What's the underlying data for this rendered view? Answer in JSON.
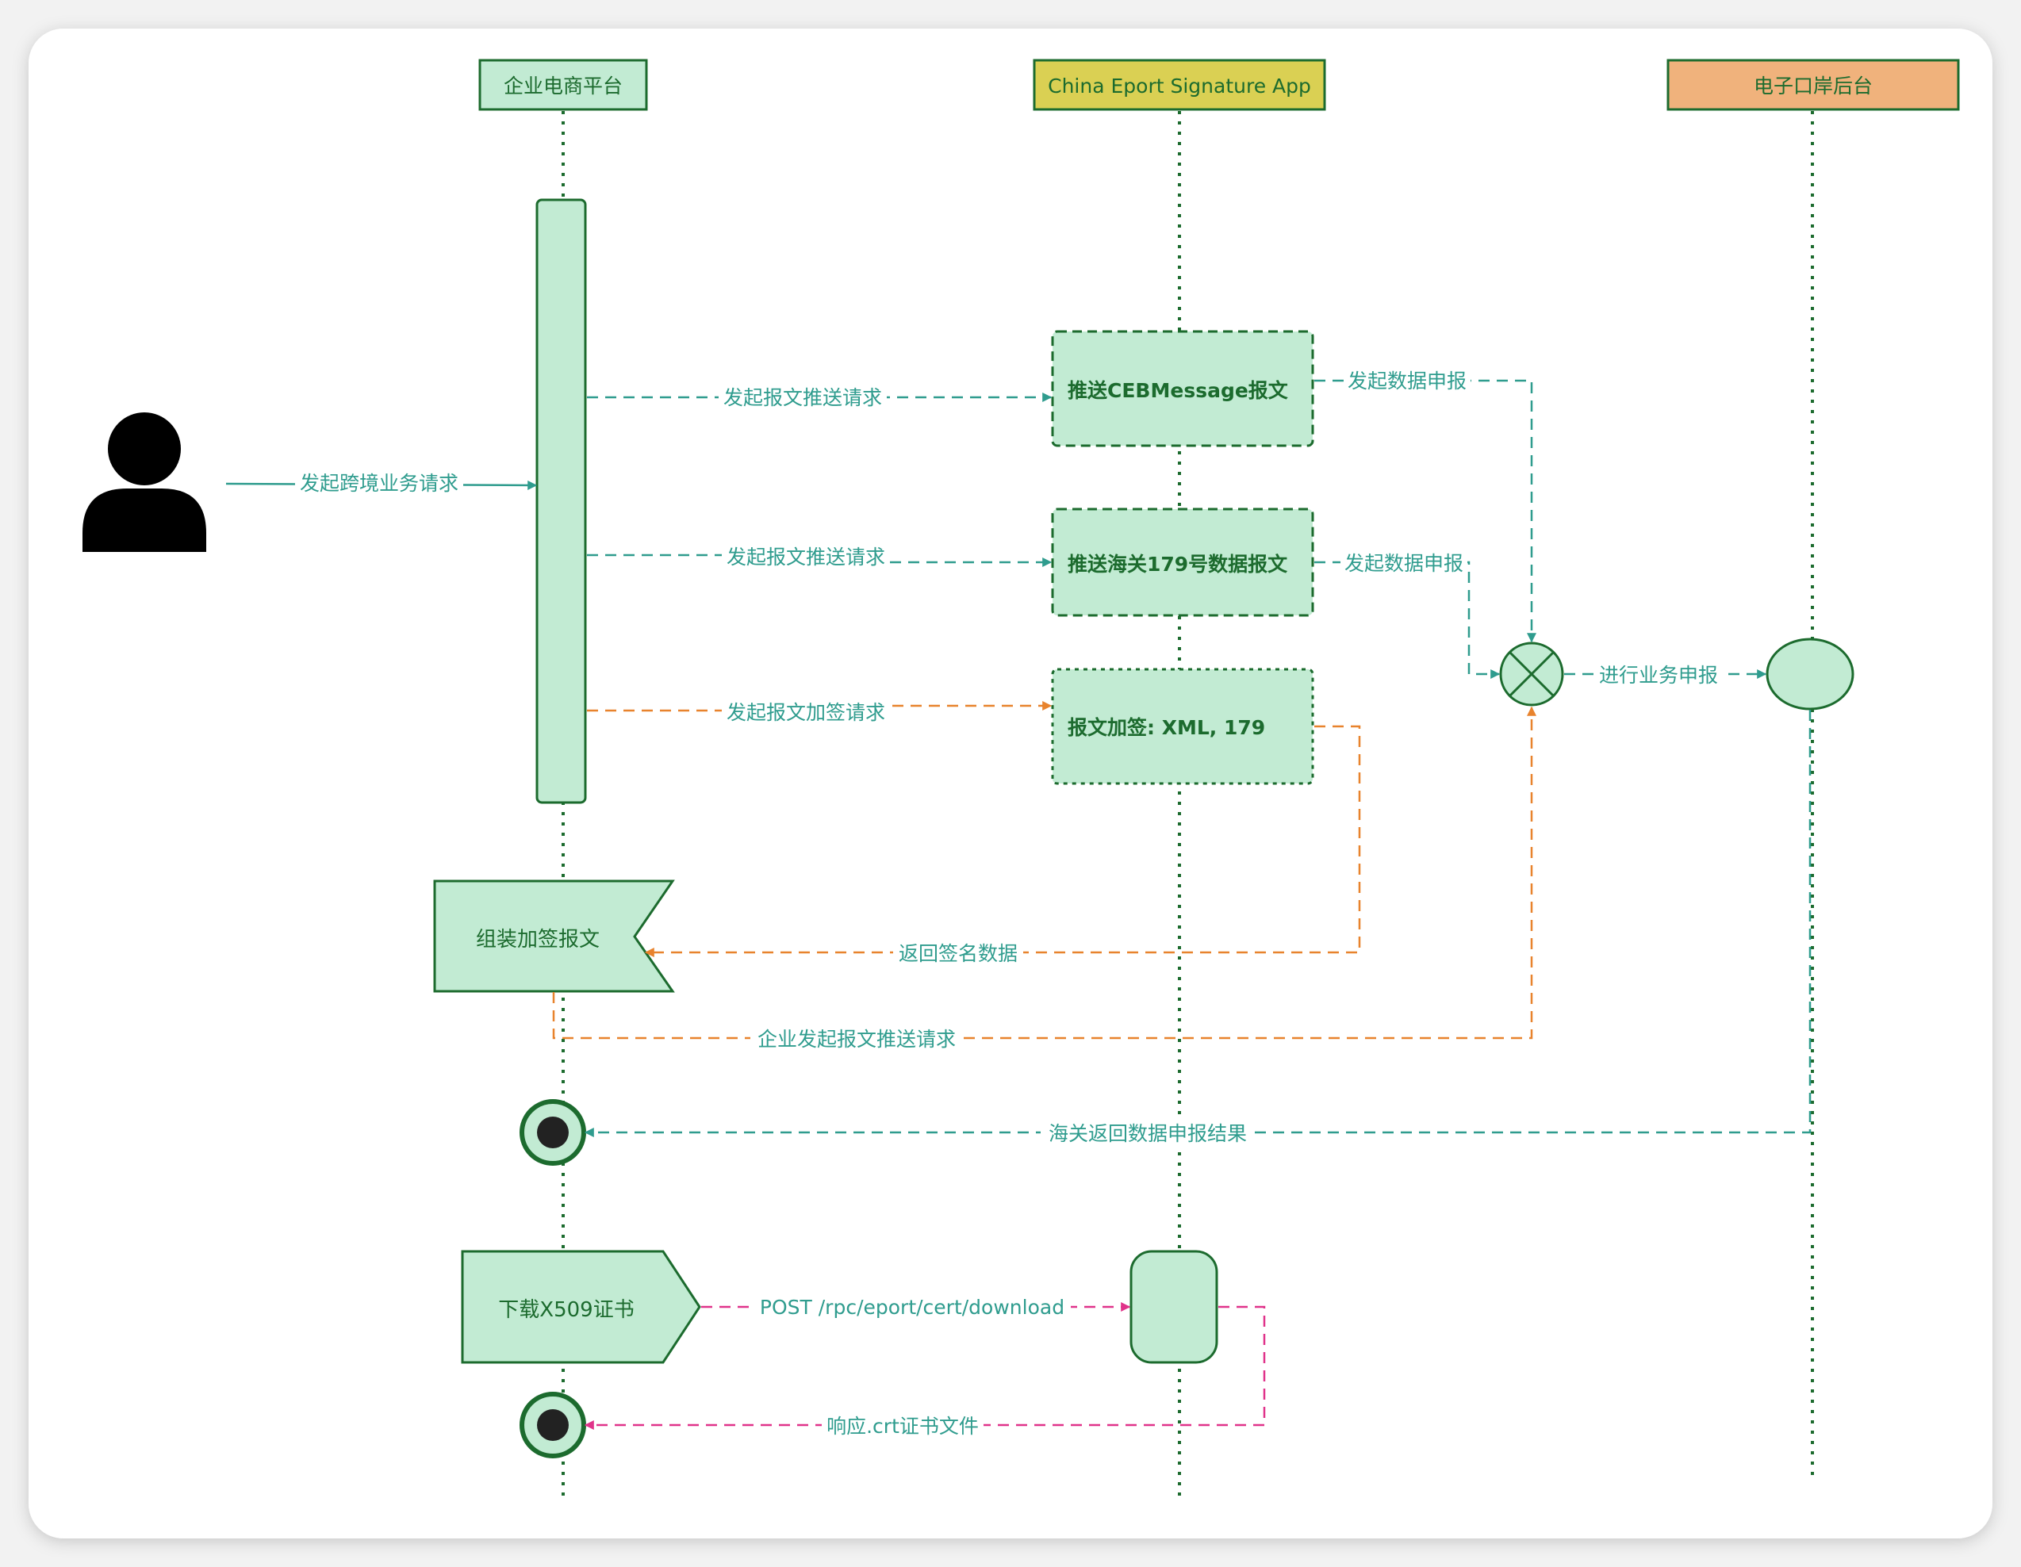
{
  "participants": {
    "platform": "企业电商平台",
    "app": "China Eport Signature App",
    "eport": "电子口岸后台"
  },
  "messages": {
    "user_request": "发起跨境业务请求",
    "push_req_1": "发起报文推送请求",
    "push_req_2": "发起报文推送请求",
    "sign_req": "发起报文加签请求",
    "declare_1": "发起数据申报",
    "declare_2": "发起数据申报",
    "do_declare": "进行业务申报",
    "return_sig": "返回签名数据",
    "enterprise_push": "企业发起报文推送请求",
    "customs_result": "海关返回数据申报结果",
    "post_url": "POST /rpc/eport/cert/download",
    "crt_response": "响应.crt证书文件"
  },
  "boxes": {
    "push_ceb": "推送CEBMessage报文",
    "push_179": "推送海关179号数据报文",
    "sign_xml": "报文加签: XML, 179",
    "assemble": "组装加签报文",
    "download_cert": "下载X509证书"
  },
  "icons": {
    "actor": "user-person-icon",
    "gateway": "exclusive-gateway-x-icon",
    "end_event": "end-event-icon"
  },
  "colors": {
    "card_bg": "#ffffff",
    "page_bg": "#f2f2f2",
    "box_fill": "#c2ebd3",
    "box_stroke": "#1c6b2e",
    "teal": "#2f9c8e",
    "orange": "#e8832d",
    "magenta": "#e0338a",
    "header_yellow": "#dad053",
    "header_orange": "#f0b27c",
    "text_green": "#1c6b2e"
  }
}
